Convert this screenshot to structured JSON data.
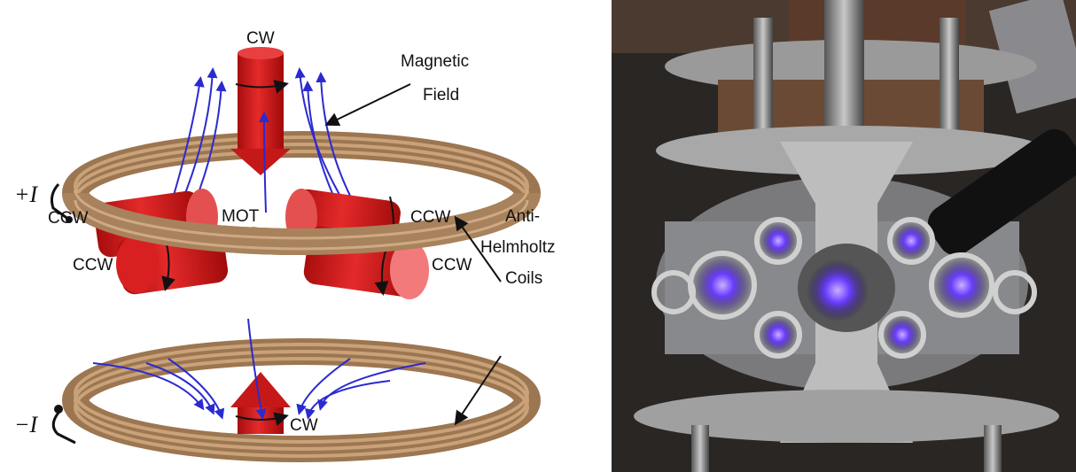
{
  "diagram": {
    "labels": {
      "cw_top": "CW",
      "cw_bottom": "CW",
      "magnetic_field_1": "Magnetic",
      "magnetic_field_2": "Field",
      "plus_i": "+I",
      "minus_i": "−I",
      "ccw_left_upper": "CCW",
      "ccw_left_lower": "CCW",
      "ccw_right_upper": "CCW",
      "ccw_right_lower": "CCW",
      "mot": "MOT",
      "coils_1": "Anti-",
      "coils_2": "Helmholtz",
      "coils_3": "Coils"
    },
    "colors": {
      "beam": "#d81e1e",
      "coil": "#b8916a",
      "field": "#2a2ad0",
      "atom": "#e0c030"
    }
  },
  "photo": {
    "glow_color": "#6a3cff"
  }
}
